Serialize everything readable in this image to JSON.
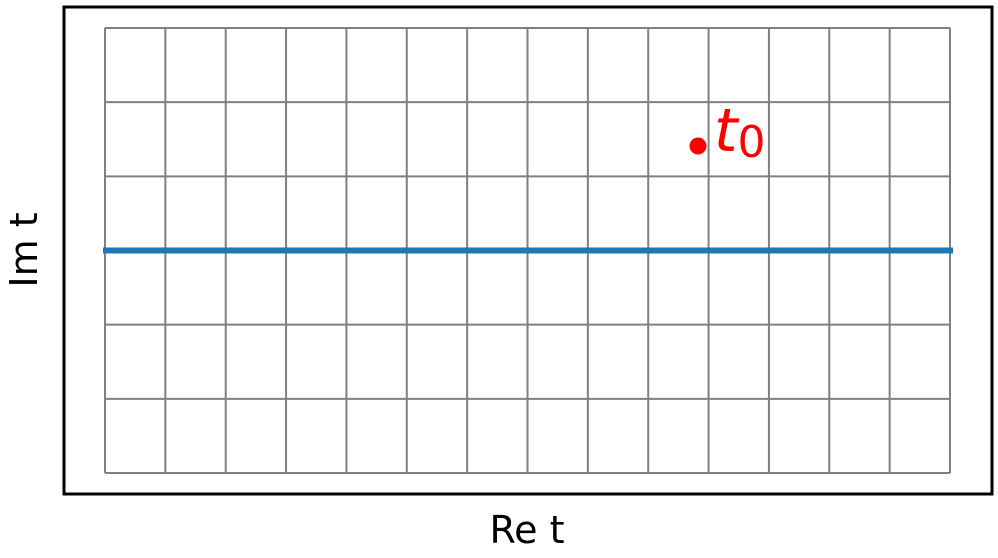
{
  "axes": {
    "xlabel": "Re t",
    "ylabel": "Im t"
  },
  "grid": {
    "columns": 14,
    "rows": 6,
    "line_color": "#808080"
  },
  "real_axis": {
    "color": "#1f77b4"
  },
  "point": {
    "label_main": "t",
    "label_sub": "0",
    "color": "#ff0000"
  }
}
